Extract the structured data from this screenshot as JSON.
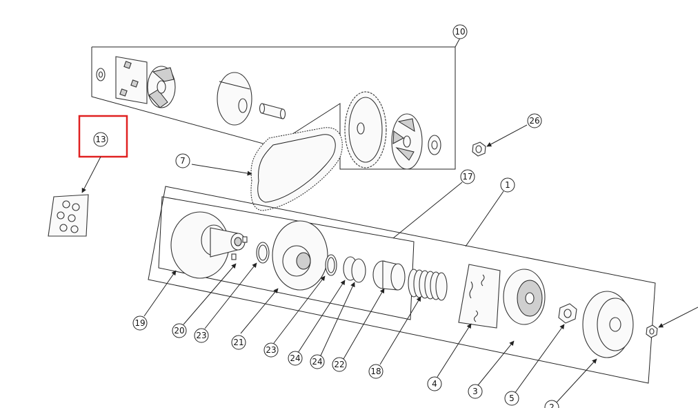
{
  "diagram": {
    "highlight_color": "#e02020",
    "line_color": "#222222",
    "callouts": {
      "c10": "10",
      "c13": "13",
      "c26": "26",
      "c7": "7",
      "c17": "17",
      "c1": "1",
      "c19": "19",
      "c20": "20",
      "c23a": "23",
      "c21": "21",
      "c23b": "23",
      "c24a": "24",
      "c24b": "24",
      "c22": "22",
      "c18": "18",
      "c4": "4",
      "c3": "3",
      "c5": "5",
      "c2": "2"
    }
  }
}
